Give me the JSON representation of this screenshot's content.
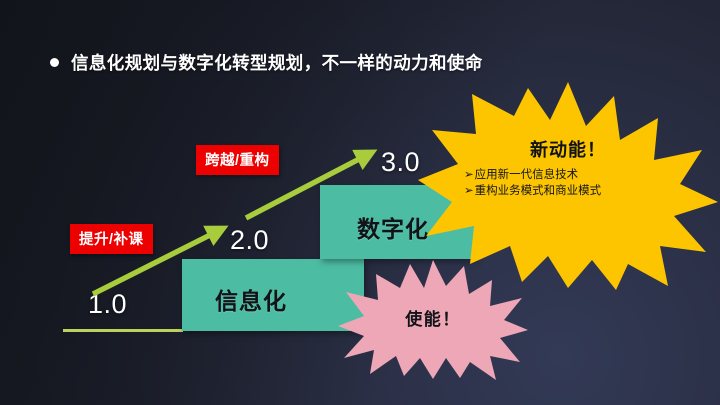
{
  "slide": {
    "title": "信息化规划与数字化转型规划，不一样的动力和使命",
    "bullet_icon": "bullet-dot-icon"
  },
  "staircase": {
    "stages": [
      {
        "number": "1.0",
        "label": ""
      },
      {
        "number": "2.0",
        "label": "信息化"
      },
      {
        "number": "3.0",
        "label": "数字化"
      }
    ],
    "step_color": "#4cbca3",
    "number_color": "#ffffff",
    "baseline_color": "#bcd25a"
  },
  "arrows": [
    {
      "name": "arrow-upgrade",
      "color": "#a8cc3c"
    },
    {
      "name": "arrow-leap",
      "color": "#a8cc3c"
    }
  ],
  "red_labels": [
    {
      "name": "label-upgrade",
      "text": "提升/补课",
      "color": "#ec0000"
    },
    {
      "name": "label-leap",
      "text": "跨越/重构",
      "color": "#ec0000"
    }
  ],
  "callouts": {
    "yellow": {
      "title": "新动能！",
      "color": "#fdc500",
      "bullets": [
        "应用新一代信息技术",
        "重构业务模式和商业模式"
      ],
      "bullet_glyph": "➢"
    },
    "pink": {
      "title": "使能！",
      "color": "#eda7b6"
    }
  }
}
